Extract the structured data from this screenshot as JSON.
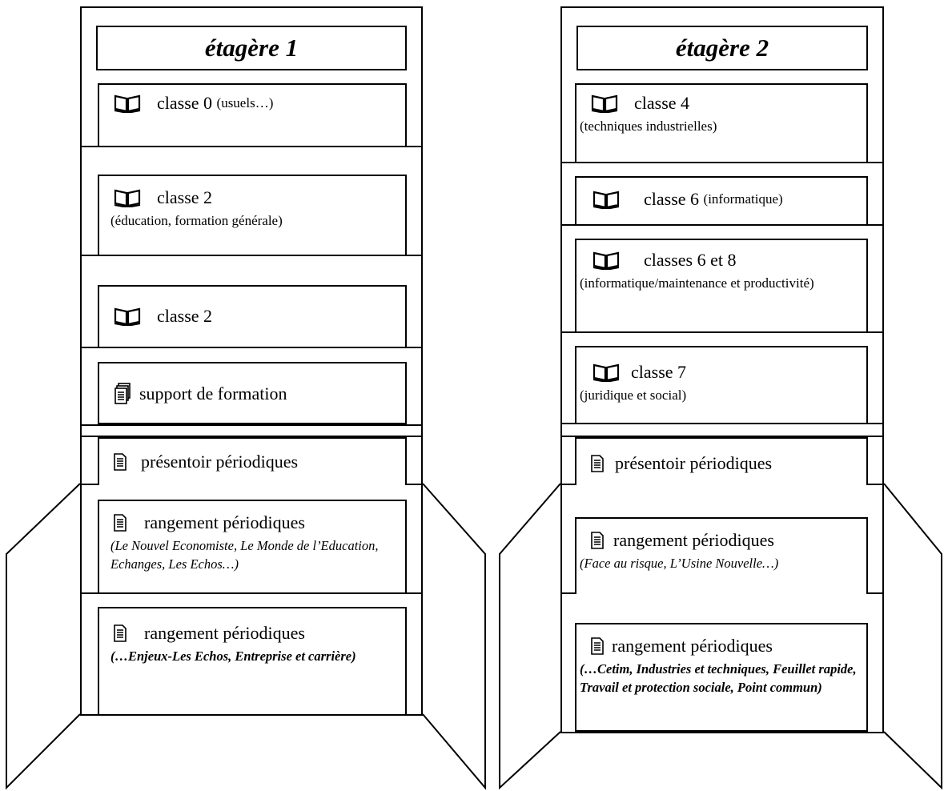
{
  "shelves": [
    {
      "title": "étagère 1",
      "boxes": [
        {
          "icon": "book-icon",
          "label": "classe 0",
          "suffix": "(usuels…)",
          "sub": ""
        },
        {
          "icon": "book-icon",
          "label": "classe 2",
          "suffix": "",
          "sub": "(éducation, formation générale)"
        },
        {
          "icon": "book-icon",
          "label": "classe 2",
          "suffix": "",
          "sub": ""
        },
        {
          "icon": "documents-icon",
          "label": "support de formation",
          "suffix": "",
          "sub": ""
        },
        {
          "icon": "document-icon",
          "label": "présentoir périodiques",
          "suffix": "",
          "sub": ""
        },
        {
          "icon": "document-icon",
          "label": "rangement périodiques",
          "suffix": "",
          "sub": "(Le Nouvel Economiste, Le Monde de l’Education, Echanges, Les Echos…)"
        },
        {
          "icon": "document-icon",
          "label": "rangement périodiques",
          "suffix": "",
          "sub": "(…Enjeux-Les Echos, Entreprise et carrière)"
        }
      ]
    },
    {
      "title": "étagère 2",
      "boxes": [
        {
          "icon": "book-icon",
          "label": "classe 4",
          "suffix": "",
          "sub": "(techniques industrielles)"
        },
        {
          "icon": "book-icon",
          "label": "classe 6",
          "suffix": "(informatique)",
          "sub": ""
        },
        {
          "icon": "book-icon",
          "label": "classes 6 et 8",
          "suffix": "",
          "sub": "(informatique/maintenance et productivité)"
        },
        {
          "icon": "book-icon",
          "label": "classe 7",
          "suffix": "",
          "sub": "(juridique et social)"
        },
        {
          "icon": "document-icon",
          "label": "présentoir périodiques",
          "suffix": "",
          "sub": ""
        },
        {
          "icon": "document-icon",
          "label": "rangement périodiques",
          "suffix": "",
          "sub": "(Face au risque, L’Usine Nouvelle…)"
        },
        {
          "icon": "document-icon",
          "label": "rangement périodiques",
          "suffix": "",
          "sub": "(…Cetim, Industries et techniques, Feuillet rapide, Travail et protection sociale, Point commun)"
        }
      ]
    }
  ]
}
